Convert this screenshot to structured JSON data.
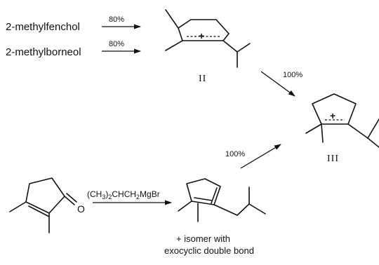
{
  "reactants": {
    "fenchol": "2-methylfenchol",
    "borneol": "2-methylborneol"
  },
  "yields": {
    "fenchol_to_II": "80%",
    "borneol_to_II": "80%",
    "II_to_III": "100%",
    "diene_to_III": "100%"
  },
  "labels": {
    "cation_II": "II",
    "cation_III": "III",
    "carbonyl_oxygen": "O",
    "cation_charge": "+"
  },
  "reagent": {
    "part1": "(CH",
    "sub1": "3",
    "part2": ")",
    "sub2": "2",
    "part3": "CHCH",
    "sub3": "2",
    "part4": "MgBr"
  },
  "product_note": {
    "line1": "+ isomer with",
    "line2": "exocyclic double bond"
  }
}
